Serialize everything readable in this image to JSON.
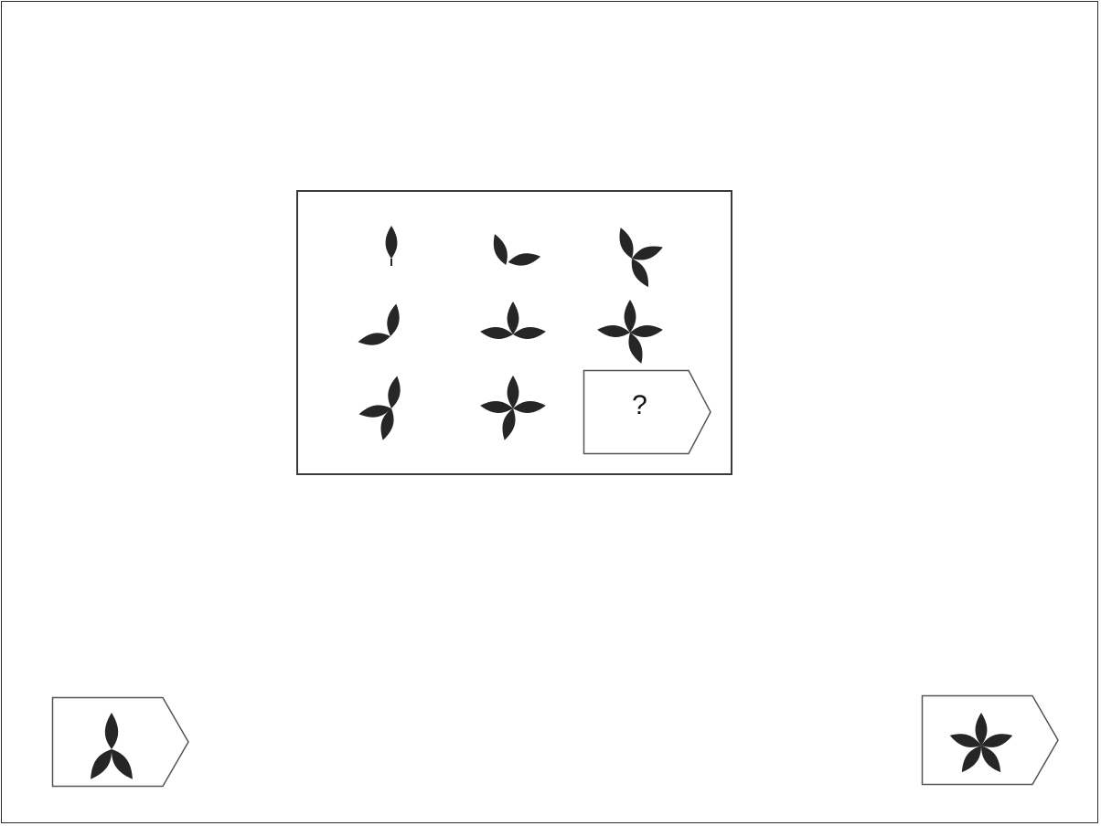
{
  "puzzle": {
    "grid": [
      {
        "name": "flower-1-petal-icon",
        "petals": 1
      },
      {
        "name": "flower-2-petals-icon",
        "petals": 2
      },
      {
        "name": "flower-3-petals-icon",
        "petals": 3
      },
      {
        "name": "flower-2-petals-icon",
        "petals": 2
      },
      {
        "name": "flower-3-petals-icon",
        "petals": 3
      },
      {
        "name": "flower-4-petals-icon",
        "petals": 4
      },
      {
        "name": "flower-3-petals-icon",
        "petals": 3
      },
      {
        "name": "flower-4-petals-icon",
        "petals": 4
      }
    ],
    "missing_label": "?"
  },
  "choices": [
    {
      "name": "choice-three-petals",
      "icon": "flower-3-petals-icon",
      "petals": 3
    },
    {
      "name": "choice-five-petals",
      "icon": "flower-5-petals-icon",
      "petals": 5
    }
  ],
  "colors": {
    "petal": "#262626",
    "border": "#3a3a3a",
    "tag_border": "#555555",
    "background": "#ffffff"
  }
}
